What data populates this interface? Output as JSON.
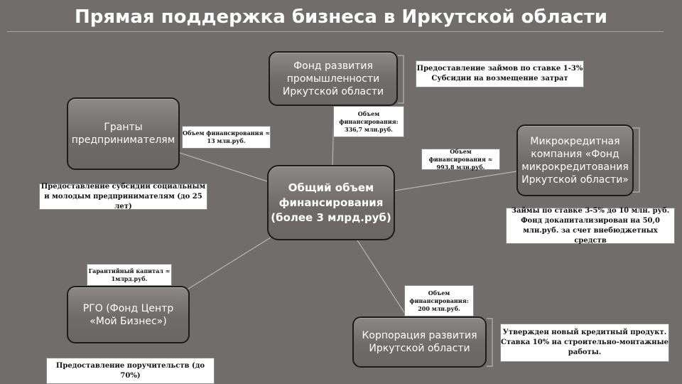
{
  "title": "Прямая поддержка бизнеса в Иркутской области",
  "colors": {
    "background": "#726d6d",
    "node_fill": "#7b7777",
    "node_border": "#1c1c1c",
    "connector": "#b8b4b4",
    "note_fill": "#ffffff"
  },
  "center": {
    "label": "Общий объем финансирования (более 3 млрд.руб)"
  },
  "nodes": {
    "fund": {
      "label": "Фонд развития промышленности Иркутской области",
      "amount": "Объем финансирования: 336,7 млн.руб.",
      "description": "Предоставление займов по ставке 1-3% Субсидии на возмещение затрат"
    },
    "grants": {
      "label": "Гранты предпринимателям",
      "amount": "Объем финансирования ≈ 13 млн.руб.",
      "description": "Предоставление субсидии социальным и молодым предпринимателям (до 25 лет)"
    },
    "microcredit": {
      "label": "Микрокредитная компания «Фонд микрокредитования Иркутской области»",
      "amount": "Объем финансирования ≈ 993,8 млн.руб.",
      "description": "Займы по ставке 3-5% до 10 млн. руб. Фонд докапитализирован на 50,0 млн.руб. за счет внебюджетных средств"
    },
    "rgo": {
      "label": "РГО (Фонд Центр «Мой Бизнес»)",
      "amount": "Гарантийный капитал ≈ 1млрд.руб.",
      "description": "Предоставление поручительств (до 70%)"
    },
    "corporation": {
      "label": "Корпорация развития Иркутской области",
      "amount": "Объем финансирования: 200 млн.руб.",
      "description": "Утвержден новый кредитный продукт. Ставка 10% на строительно-монтажные работы."
    }
  }
}
